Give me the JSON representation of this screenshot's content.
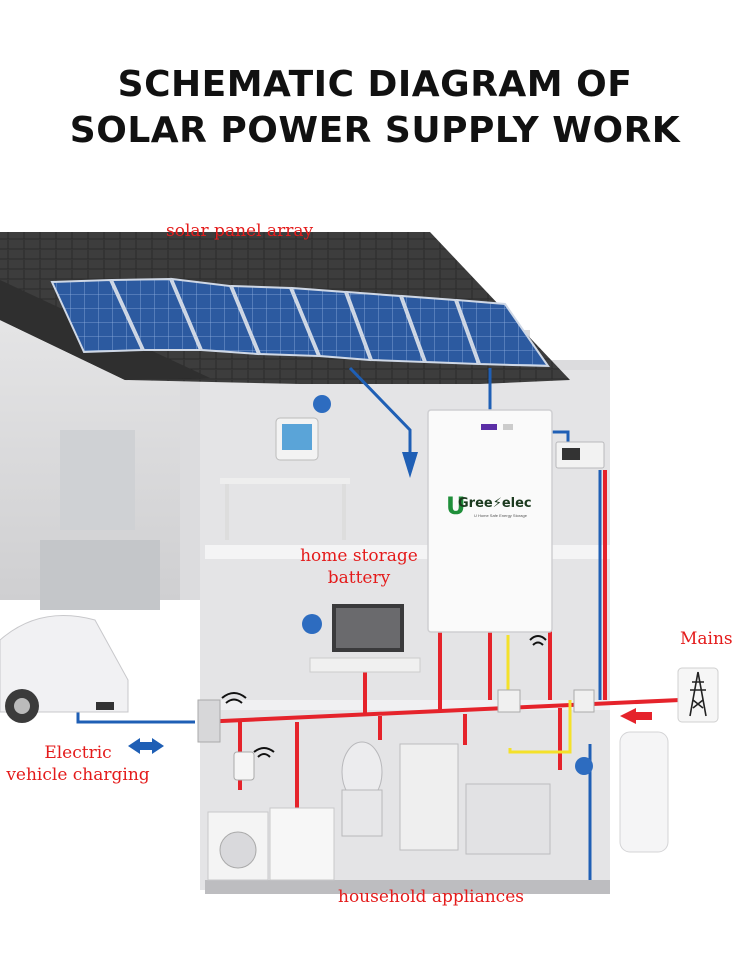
{
  "title": {
    "line1": "SCHEMATIC DIAGRAM OF",
    "line2": "SOLAR POWER SUPPLY WORK"
  },
  "labels": {
    "solar": "solar panel array",
    "battery_l1": "home storage",
    "battery_l2": "battery",
    "mains": "Mains",
    "ev_l1": "Electric",
    "ev_l2": "vehicle charging",
    "appliances": "household appliances"
  },
  "brand": {
    "mark": "U",
    "name": "Gree⚡elec",
    "tagline": "U Home Safe Energy Storage"
  },
  "colors": {
    "label_red": "#e41b1b",
    "wire_red": "#e5232b",
    "wire_blue": "#1f5fb5",
    "wire_yellow": "#f4e12a",
    "panel_blue": "#2a5fa8",
    "roof": "#3b3b3b"
  }
}
